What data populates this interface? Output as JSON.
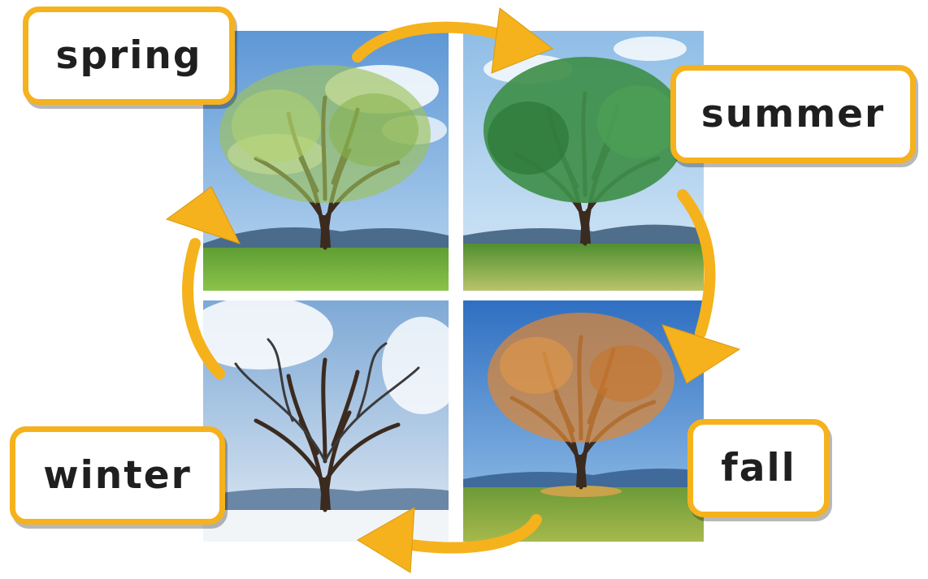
{
  "diagram": {
    "seasons": [
      {
        "id": "spring",
        "label": "spring",
        "foliage": "light-green-young-leaves"
      },
      {
        "id": "summer",
        "label": "summer",
        "foliage": "dense-green-leaves"
      },
      {
        "id": "fall",
        "label": "fall",
        "foliage": "orange-autumn-leaves"
      },
      {
        "id": "winter",
        "label": "winter",
        "foliage": "bare-branches-snow"
      }
    ],
    "cycle_order": [
      "spring",
      "summer",
      "fall",
      "winter"
    ],
    "colors": {
      "arrow": "#f5b21c",
      "label_border": "#f5b21c",
      "label_text": "#1f1f1f",
      "spring_leaves": "#9cc25a",
      "summer_leaves": "#3f8f4a",
      "fall_leaves": "#d9873a",
      "sky": "#6fa6dc",
      "grass": "#6fae3a",
      "snow": "#f2f5f8"
    },
    "icons": [
      "tree-icon",
      "curved-arrow-icon"
    ]
  }
}
